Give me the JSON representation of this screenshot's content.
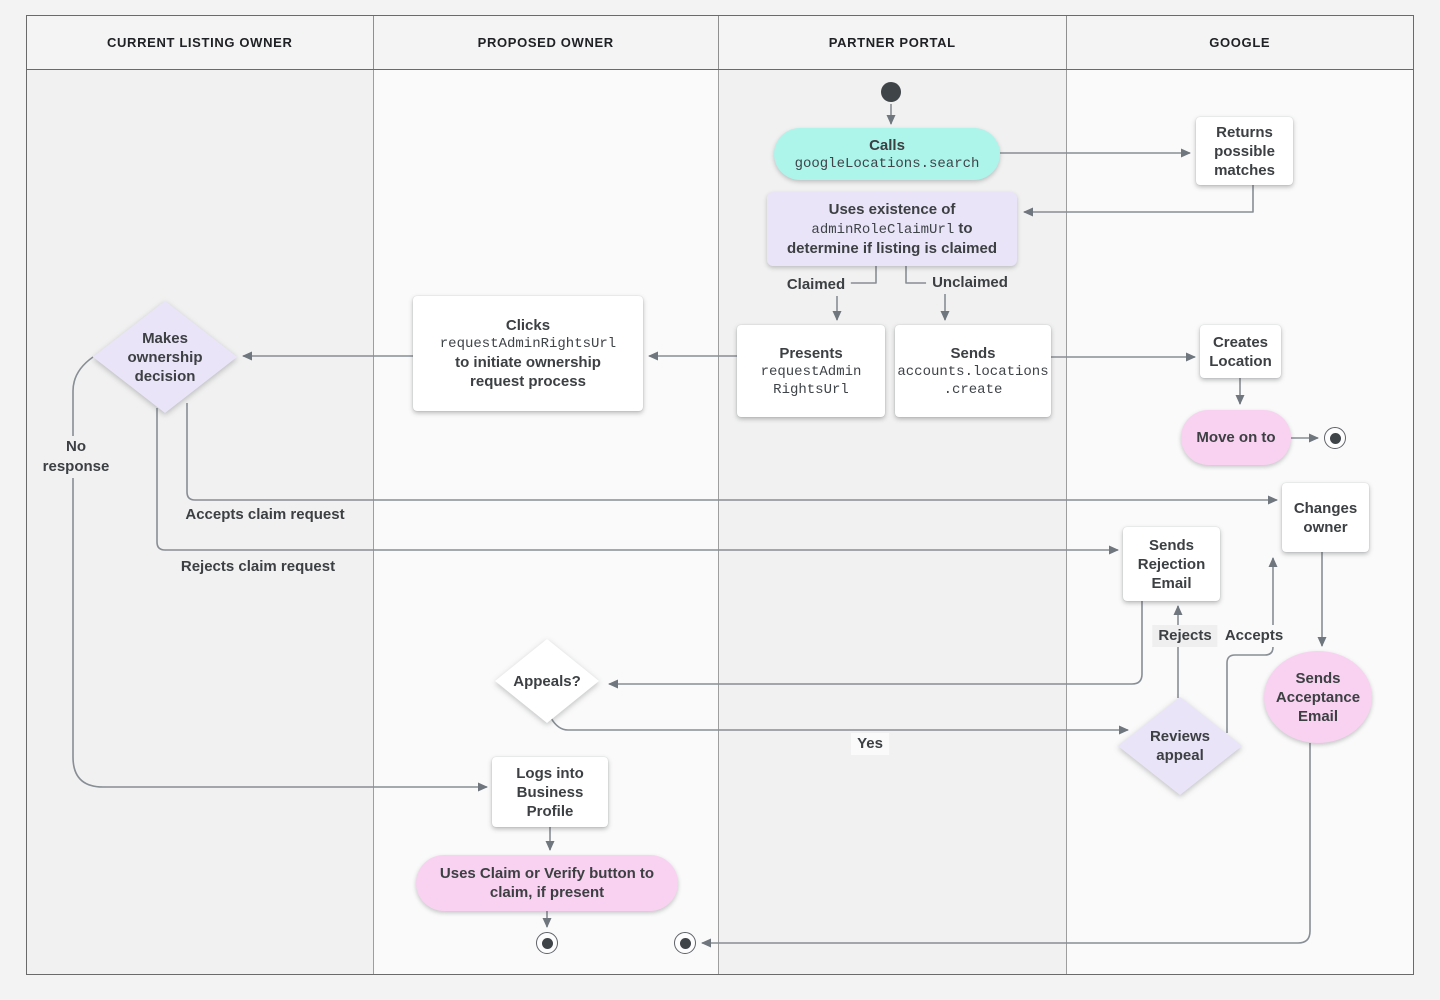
{
  "header": {
    "lanes": [
      "CURRENT LISTING OWNER",
      "PROPOSED OWNER",
      "PARTNER PORTAL",
      "GOOGLE"
    ]
  },
  "nodes": {
    "calls": {
      "title": "Calls",
      "code": "googleLocations.search"
    },
    "returns": {
      "label": "Returns possible matches"
    },
    "uses": {
      "line1": "Uses existence of",
      "code": "adminRoleClaimUrl",
      "line2_suffix": " to",
      "line3": "determine if listing is claimed"
    },
    "presents": {
      "title": "Presents",
      "code": "requestAdmin\nRightsUrl"
    },
    "sends_create": {
      "title": "Sends",
      "code": "accounts.locations\n.create"
    },
    "clicks": {
      "title": "Clicks",
      "code": "requestAdminRightsUrl",
      "rest": "to initiate ownership\nrequest process"
    },
    "makes_decision": {
      "label": "Makes ownership decision"
    },
    "creates_location": {
      "label": "Creates Location"
    },
    "move_on": {
      "label": "Move on to"
    },
    "changes_owner": {
      "label": "Changes owner"
    },
    "sends_rejection": {
      "label": "Sends Rejection Email"
    },
    "appeals": {
      "label": "Appeals?"
    },
    "reviews_appeal": {
      "label": "Reviews appeal"
    },
    "sends_acceptance": {
      "label": "Sends Acceptance Email"
    },
    "logs_in": {
      "label": "Logs into Business Profile"
    },
    "claim_verify": {
      "label": "Uses Claim or Verify button to claim, if present"
    }
  },
  "edge_labels": {
    "claimed": "Claimed",
    "unclaimed": "Unclaimed",
    "accepts_claim": "Accepts claim request",
    "rejects_claim": "Rejects claim request",
    "no_response": "No\nresponse",
    "yes": "Yes",
    "rejects": "Rejects",
    "accepts": "Accepts"
  },
  "colors": {
    "teal_node": "#adf4ea",
    "lavender_node": "#eae4f8",
    "pink_node": "#f8d2f0",
    "white_node": "#ffffff",
    "connector": "#878e95",
    "text": "#3c4043",
    "lane_gray": "#f1f1f1",
    "lane_light": "#fafafa"
  }
}
